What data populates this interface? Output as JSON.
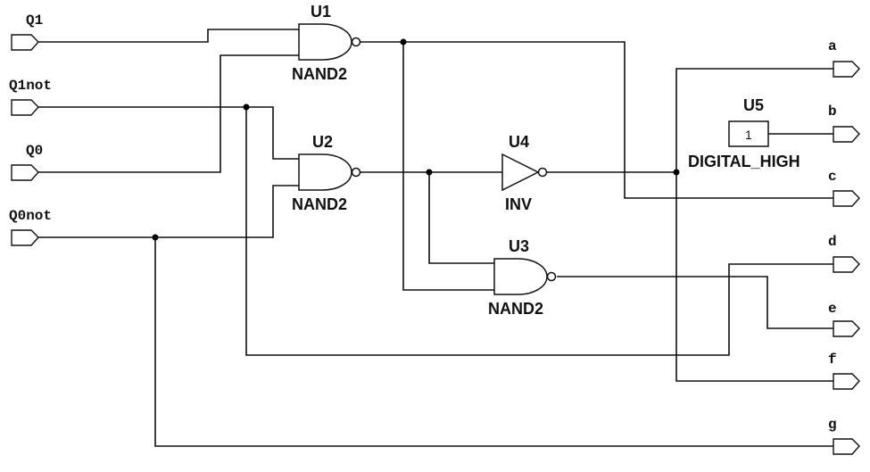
{
  "title": "Seven-segment decoder logic schematic",
  "inputs": [
    {
      "name": "Q1"
    },
    {
      "name": "Q1not"
    },
    {
      "name": "Q0"
    },
    {
      "name": "Q0not"
    }
  ],
  "outputs": [
    {
      "name": "a"
    },
    {
      "name": "b"
    },
    {
      "name": "c"
    },
    {
      "name": "d"
    },
    {
      "name": "e"
    },
    {
      "name": "f"
    },
    {
      "name": "g"
    }
  ],
  "components": [
    {
      "ref": "U1",
      "type": "NAND2"
    },
    {
      "ref": "U2",
      "type": "NAND2"
    },
    {
      "ref": "U3",
      "type": "NAND2"
    },
    {
      "ref": "U4",
      "type": "INV"
    },
    {
      "ref": "U5",
      "type": "DIGITAL_HIGH",
      "value": "1"
    }
  ],
  "colors": {
    "wire": "#111111",
    "background": "#ffffff"
  }
}
